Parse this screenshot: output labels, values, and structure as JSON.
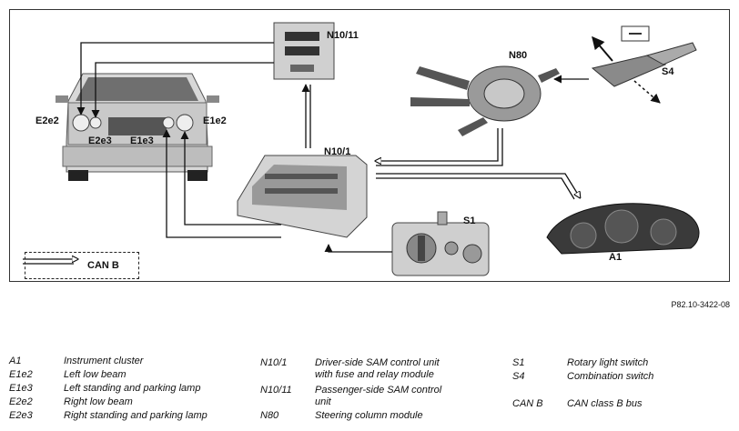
{
  "diagram": {
    "labels": {
      "n10_11": "N10/11",
      "n80": "N80",
      "s4": "S4",
      "e2e2": "E2e2",
      "e1e2": "E1e2",
      "e2e3": "E2e3",
      "e1e3": "E1e3",
      "n10_1": "N10/1",
      "s1": "S1",
      "a1": "A1",
      "can_b": "CAN B"
    },
    "figure_ref": "P82.10-3422-08"
  },
  "legend": {
    "col1": [
      {
        "code": "A1",
        "desc": "Instrument cluster"
      },
      {
        "code": "E1e2",
        "desc": "Left low beam"
      },
      {
        "code": "E1e3",
        "desc": "Left standing and parking lamp"
      },
      {
        "code": "E2e2",
        "desc": "Right low beam"
      },
      {
        "code": "E2e3",
        "desc": "Right standing and parking lamp"
      }
    ],
    "col2": [
      {
        "code": "N10/1",
        "desc1": "Driver-side SAM control unit",
        "desc2": "with fuse and relay module"
      },
      {
        "code": "N10/11",
        "desc1": "Passenger-side SAM control",
        "desc2": "unit"
      },
      {
        "code": "N80",
        "desc1": "Steering column module",
        "desc2": ""
      }
    ],
    "col3": [
      {
        "code": "S1",
        "desc": "Rotary light switch"
      },
      {
        "code": "S4",
        "desc": "Combination switch"
      },
      {
        "code": "CAN B",
        "desc": "CAN class B bus"
      }
    ]
  }
}
